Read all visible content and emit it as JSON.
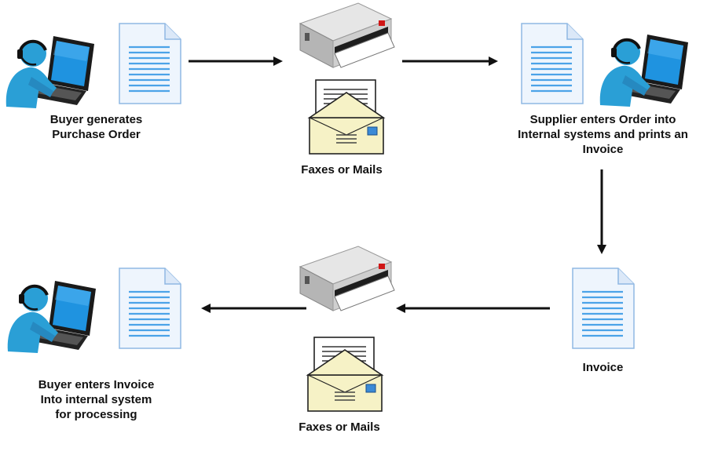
{
  "labels": {
    "buyer_generates": [
      "Buyer generates",
      "Purchase Order"
    ],
    "faxes_top": [
      "Faxes or Mails"
    ],
    "supplier_enters": [
      "Supplier enters Order into",
      "Internal systems and prints an",
      "Invoice"
    ],
    "invoice": [
      "Invoice"
    ],
    "faxes_bottom": [
      "Faxes or Mails"
    ],
    "buyer_enters": [
      "Buyer enters Invoice",
      "Into internal system",
      "for processing"
    ]
  },
  "icons": {
    "user_computer": "user-at-computer-icon",
    "document": "document-icon",
    "printer": "printer-icon",
    "envelope": "fax-envelope-icon",
    "arrow": "arrow-icon"
  },
  "colors": {
    "skin_person": "#2a9fd6",
    "monitor_screen": "#1f93e0",
    "document_lines": "#4ba3e8",
    "document_fill": "#eef5fd",
    "envelope_fill": "#f6f2c6",
    "printer_body": "#c9c9c9",
    "arrow": "#111111"
  }
}
